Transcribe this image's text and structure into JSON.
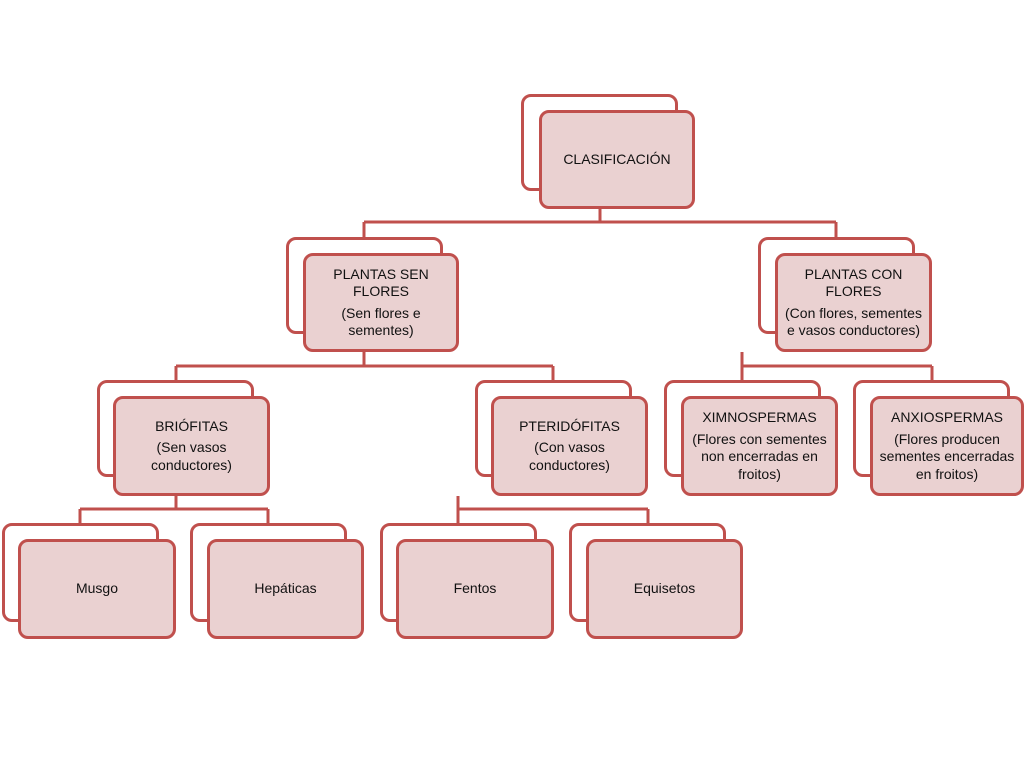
{
  "colors": {
    "border": "#c0504d",
    "fill": "#ead1d1",
    "line": "#c0504d"
  },
  "diagram": {
    "root": {
      "title": "CLASIFICACIÓN"
    },
    "sen_flores": {
      "title": "PLANTAS SEN FLORES",
      "sub": "(Sen flores e sementes)"
    },
    "con_flores": {
      "title": "PLANTAS CON FLORES",
      "sub": "(Con flores, sementes e vasos conductores)"
    },
    "briofitas": {
      "title": "BRIÓFITAS",
      "sub": "(Sen vasos conductores)"
    },
    "pteridofitas": {
      "title": "PTERIDÓFITAS",
      "sub": "(Con vasos conductores)"
    },
    "ximnospermas": {
      "title": "XIMNOSPERMAS",
      "sub": "(Flores con sementes non encerradas en froitos)"
    },
    "anxiospermas": {
      "title": "ANXIOSPERMAS",
      "sub": "(Flores producen sementes encerradas en froitos)"
    },
    "musgo": {
      "title": "Musgo"
    },
    "hepaticas": {
      "title": "Hepáticas"
    },
    "fentos": {
      "title": "Fentos"
    },
    "equisetos": {
      "title": "Equisetos"
    }
  }
}
